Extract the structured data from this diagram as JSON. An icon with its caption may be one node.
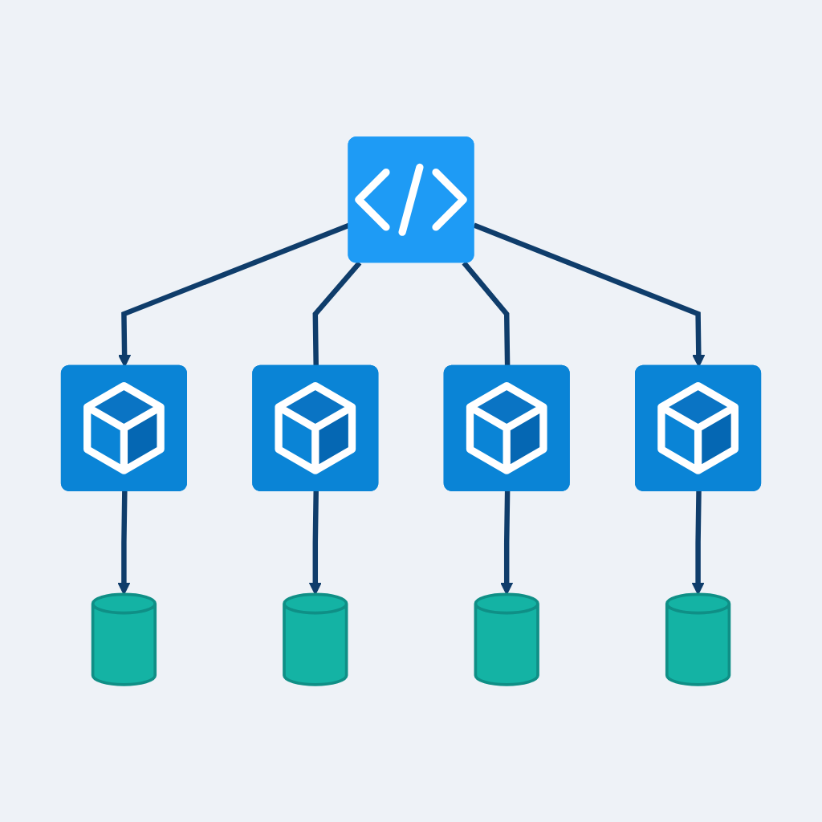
{
  "diagram": {
    "nodes": [
      {
        "text": [],
        "shape": "box"
      },
      {
        "text": [],
        "shape": "box"
      },
      {
        "text": [],
        "shape": "box"
      },
      {
        "text": [],
        "shape": "box"
      },
      {
        "text": [],
        "shape": "box"
      },
      {
        "text": [],
        "shape": "cylinder"
      },
      {
        "text": [],
        "shape": "cylinder"
      },
      {
        "text": [],
        "shape": "cylinder"
      },
      {
        "text": [],
        "shape": "cylinder"
      }
    ],
    "edges": [
      {
        "from": 0,
        "to": 1,
        "arrow": "to"
      },
      {
        "from": 0,
        "to": 2,
        "arrow": "none"
      },
      {
        "from": 0,
        "to": 3,
        "arrow": "none"
      },
      {
        "from": 0,
        "to": 4,
        "arrow": "to"
      },
      {
        "from": 1,
        "to": 5,
        "arrow": "to"
      },
      {
        "from": 2,
        "to": 6,
        "arrow": "to"
      },
      {
        "from": 3,
        "to": 7,
        "arrow": "to"
      },
      {
        "from": 4,
        "to": 8,
        "arrow": "to"
      }
    ]
  }
}
